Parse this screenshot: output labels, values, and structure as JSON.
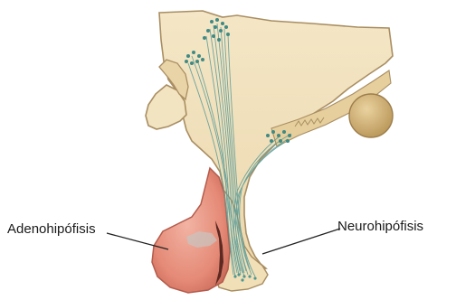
{
  "labels": {
    "adenohypophysis": "Adenohipófisis",
    "neurohypophysis": "Neurohipófisis"
  },
  "colors": {
    "tissue": "#f1dfb8",
    "tissue_edge": "#a98e62",
    "tissue_shadow": "#d9c08f",
    "anterior_lobe": "#e8907d",
    "anterior_lobe_edge": "#b35b4c",
    "neuron_fibers": "#5f9e9a",
    "neuron_bodies": "#3f8a84",
    "leader_line": "#222222"
  },
  "icons": [
    "hypothalamus-section",
    "pituitary-stalk",
    "anterior-pituitary",
    "posterior-pituitary",
    "optic-chiasm",
    "mammillary-body"
  ]
}
